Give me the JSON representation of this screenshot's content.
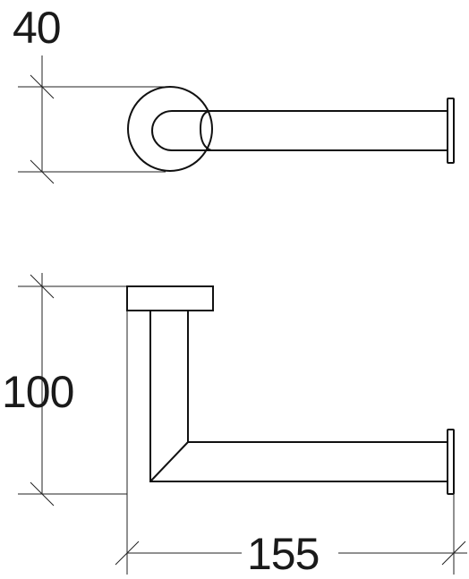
{
  "dimensions": {
    "diameter": "40",
    "height": "100",
    "length": "155"
  },
  "colors": {
    "line": "#111111",
    "background": "#ffffff"
  }
}
